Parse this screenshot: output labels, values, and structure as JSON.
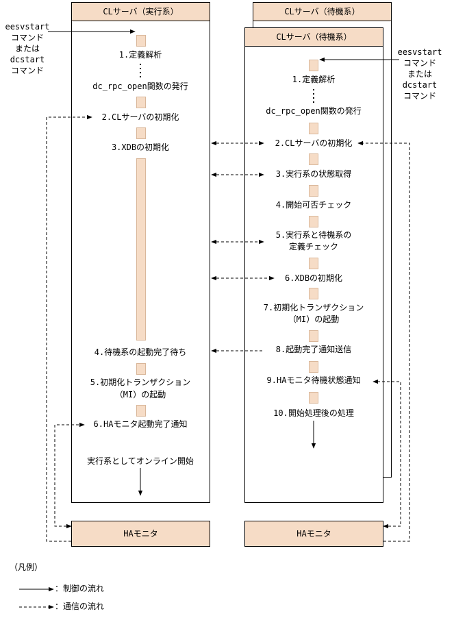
{
  "active": {
    "title": "CLサーバ（実行系）",
    "command": [
      "eesvstart",
      "コマンド",
      "または",
      "dcstart",
      "コマンド"
    ],
    "steps": {
      "s1": "1.定義解析",
      "rpc": "dc_rpc_open関数の発行",
      "s2": "2.CLサーバの初期化",
      "s3": "3.XDBの初期化",
      "s4": "4.待機系の起動完了待ち",
      "s5a": "5.初期化トランザクション",
      "s5b": "（MI）の起動",
      "s6": "6.HAモニタ起動完了通知",
      "online": "実行系としてオンライン開始"
    },
    "ha_monitor": "HAモニタ"
  },
  "standby": {
    "back_title": "CLサーバ（待機系）",
    "title": "CLサーバ（待機系）",
    "command": [
      "eesvstart",
      "コマンド",
      "または",
      "dcstart",
      "コマンド"
    ],
    "steps": {
      "s1": "1.定義解析",
      "rpc": "dc_rpc_open関数の発行",
      "s2": "2.CLサーバの初期化",
      "s3": "3.実行系の状態取得",
      "s4": "4.開始可否チェック",
      "s5a": "5.実行系と待機系の",
      "s5b": "定義チェック",
      "s6": "6.XDBの初期化",
      "s7a": "7.初期化トランザクション",
      "s7b": "（MI）の起動",
      "s8": "8.起動完了通知送信",
      "s9": "9.HAモニタ待機状態通知",
      "s10": "10.開始処理後の処理"
    },
    "ha_monitor": "HAモニタ"
  },
  "legend": {
    "title": "（凡例）",
    "control": "：制御の流れ",
    "comm": "：通信の流れ"
  },
  "colors": {
    "box_fill": "#f6dcc6",
    "line": "#000000"
  }
}
